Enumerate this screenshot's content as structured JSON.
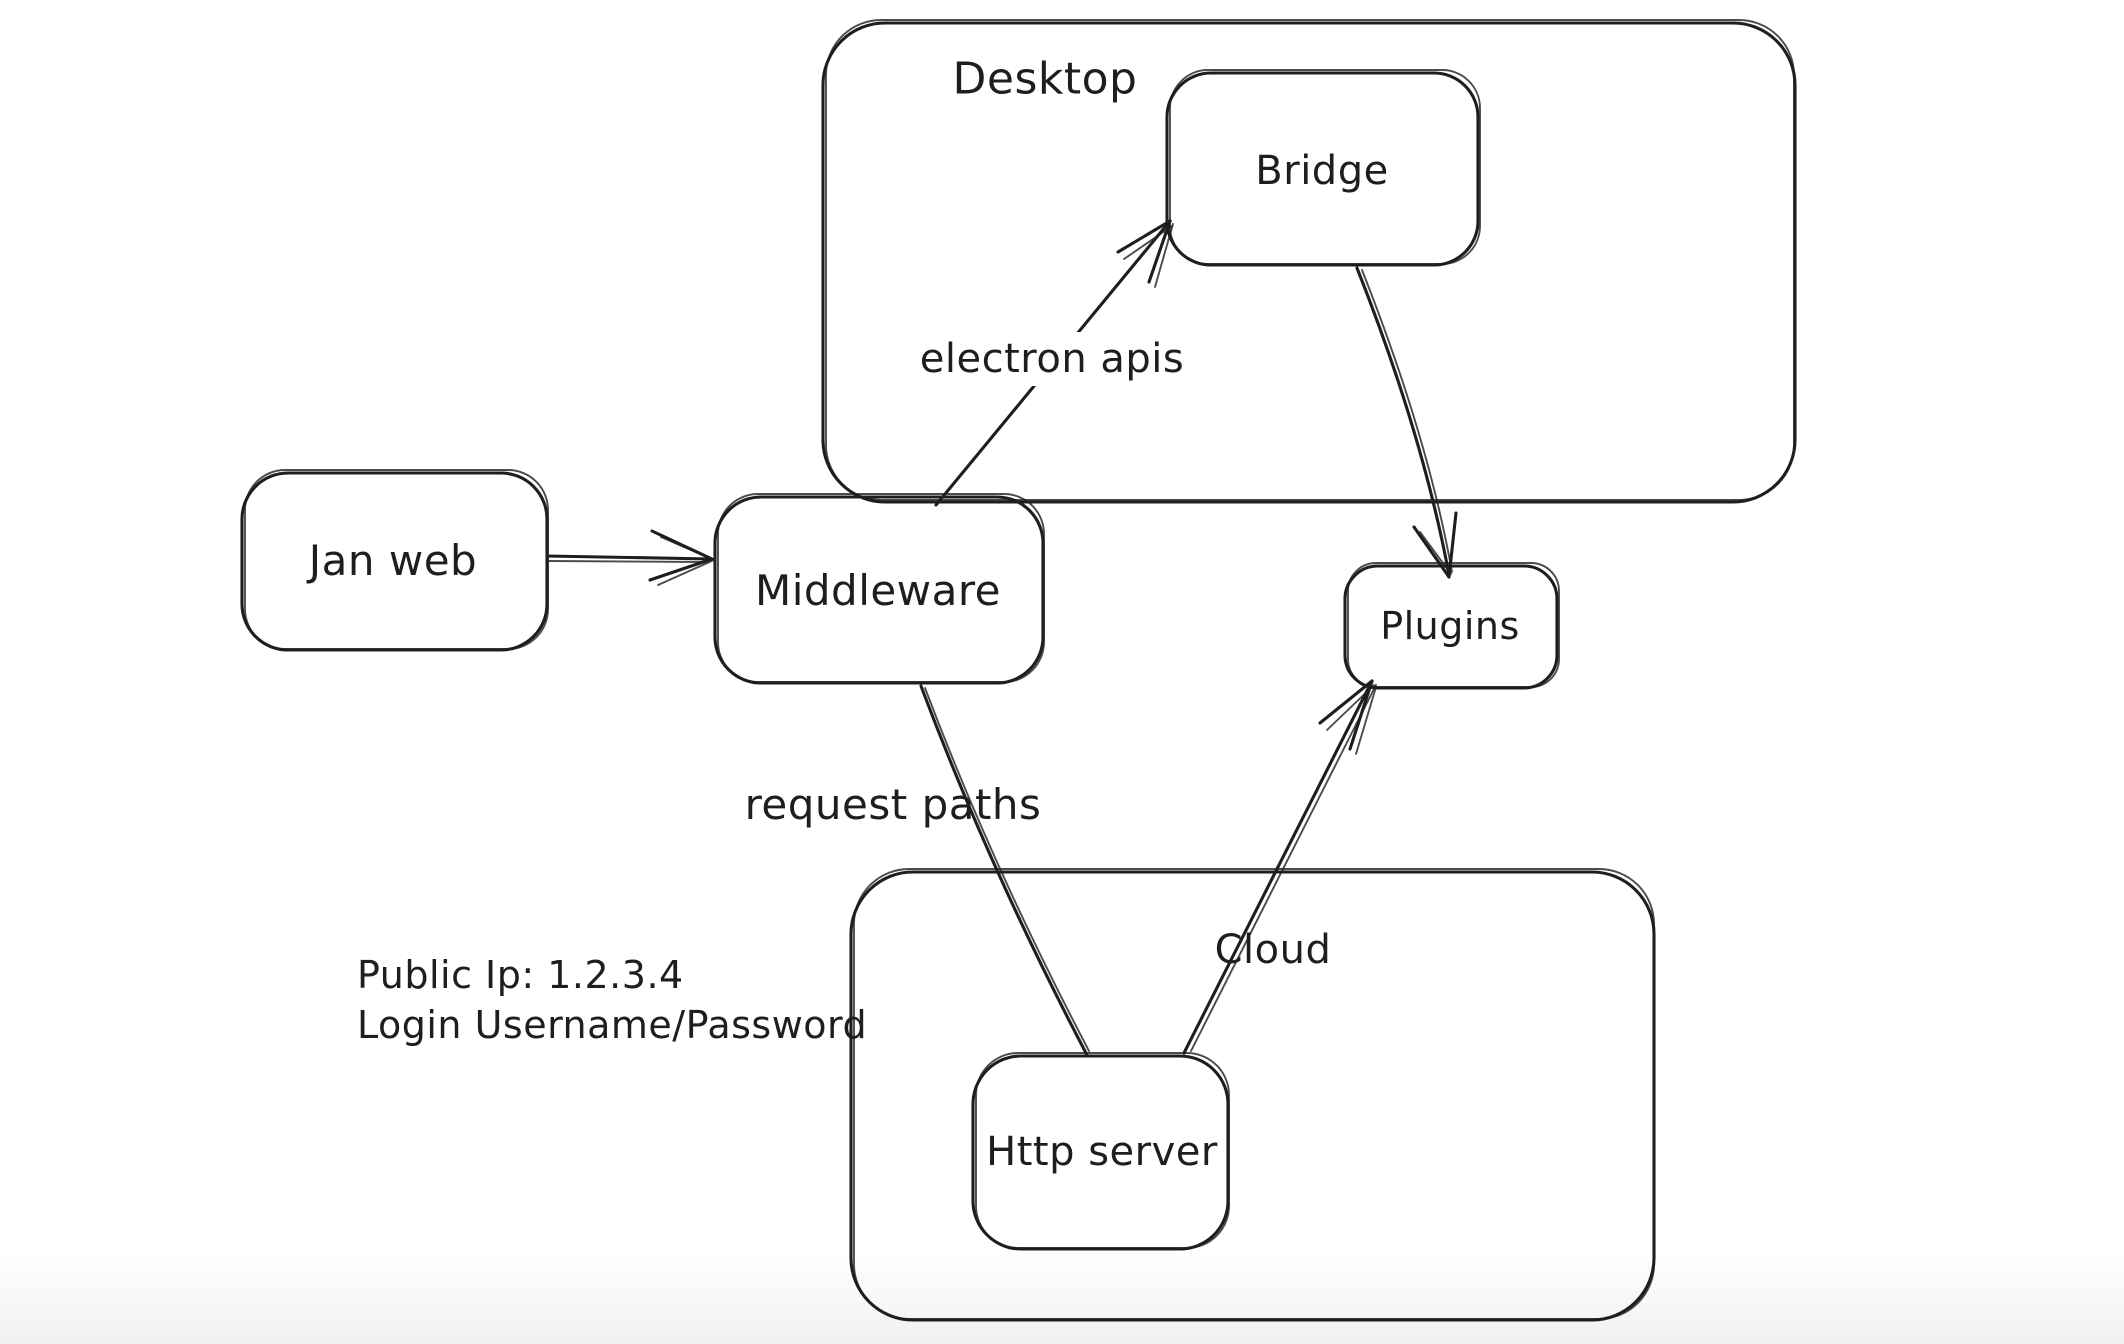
{
  "canvas": {
    "background_color": "#ffffff",
    "stroke_color": "#1e1e1e"
  },
  "nodes": {
    "desktop": {
      "label": "Desktop",
      "type": "container"
    },
    "bridge": {
      "label": "Bridge",
      "type": "box"
    },
    "jan_web": {
      "label": "Jan web",
      "type": "box"
    },
    "middleware": {
      "label": "Middleware",
      "type": "box"
    },
    "plugins": {
      "label": "Plugins",
      "type": "box"
    },
    "cloud": {
      "label": "Cloud",
      "type": "container"
    },
    "http_server": {
      "label": "Http server",
      "type": "box"
    }
  },
  "edges": {
    "jan_web_to_middleware": {
      "from": "jan_web",
      "to": "middleware",
      "label": ""
    },
    "middleware_to_bridge": {
      "from": "middleware",
      "to": "bridge",
      "label": "electron apis"
    },
    "bridge_to_plugins": {
      "from": "bridge",
      "to": "plugins",
      "label": ""
    },
    "middleware_to_http_server": {
      "from": "middleware",
      "to": "http_server",
      "label": "request paths"
    },
    "http_server_to_plugins": {
      "from": "http_server",
      "to": "plugins",
      "label": ""
    }
  },
  "annotations": {
    "public_ip": "Public Ip: 1.2.3.4",
    "login": "Login Username/Password"
  }
}
